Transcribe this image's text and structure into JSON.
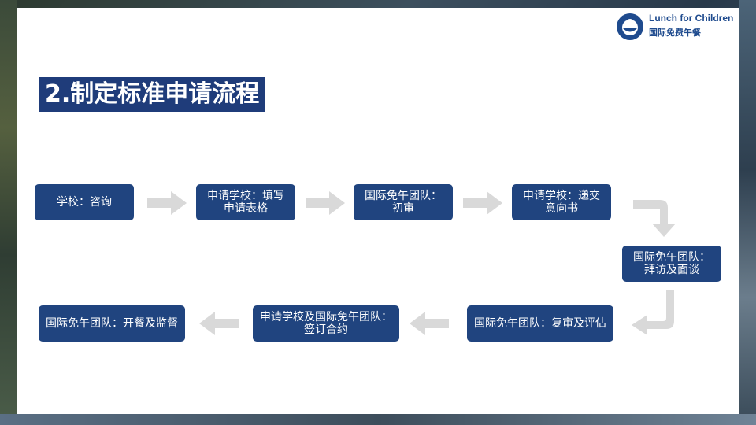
{
  "title": "2.制定标准申请流程",
  "logo": {
    "english": "Lunch for Children",
    "chinese": "国际免费午餐"
  },
  "steps": [
    {
      "label": "学校：咨询"
    },
    {
      "label": "申请学校：填写申请表格"
    },
    {
      "label": "国际免午团队：初审"
    },
    {
      "label": "申请学校：递交意向书"
    },
    {
      "label": "国际免午团队：拜访及面谈"
    },
    {
      "label": "国际免午团队：复审及评估"
    },
    {
      "label": "申请学校及国际免午团队：签订合约"
    },
    {
      "label": "国际免午团队：开餐及监督"
    }
  ],
  "colors": {
    "box": "#20447f",
    "title_bg": "#1f3c7a",
    "arrow": "#d9d9d9"
  }
}
